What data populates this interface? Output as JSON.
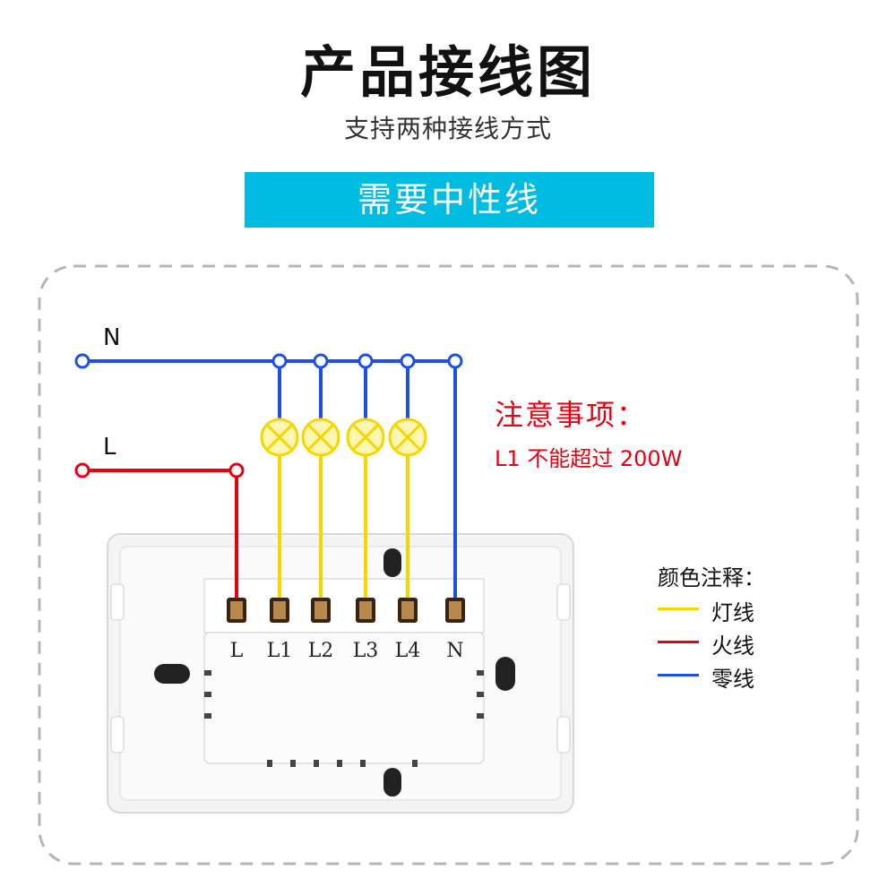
{
  "header": {
    "title": "产品接线图",
    "subtitle": "支持两种接线方式",
    "banner": "需要中性线"
  },
  "wires": {
    "n_label": "N",
    "l_label": "L"
  },
  "notice": {
    "title": "注意事项：",
    "text": "L1 不能超过 200W"
  },
  "terminals": [
    "L",
    "L1",
    "L2",
    "L3",
    "L4",
    "N"
  ],
  "legend": {
    "title": "颜色注释：",
    "items": [
      {
        "label": "灯线",
        "color": "#f7d600"
      },
      {
        "label": "火线",
        "color": "#e60012"
      },
      {
        "label": "零线",
        "color": "#1e50e6"
      }
    ]
  },
  "colors": {
    "banner": "#00bce0",
    "live": "#e60012",
    "neutral": "#1e50e6",
    "lamp": "#f7d600",
    "notice": "#e60012"
  }
}
